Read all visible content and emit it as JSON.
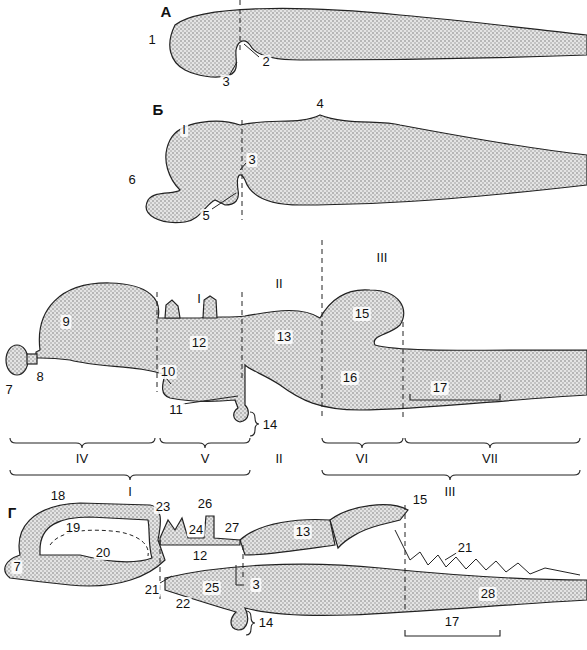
{
  "diagram": {
    "labels": [
      "А",
      "1",
      "2",
      "3",
      "Б",
      "I",
      "4",
      "6",
      "3",
      "5",
      "I",
      "II",
      "III",
      "9",
      "12",
      "13",
      "15",
      "7",
      "8",
      "10",
      "11",
      "14",
      "16",
      "17",
      "IV",
      "V",
      "II",
      "VI",
      "VII",
      "I",
      "III",
      "Г",
      "18",
      "19",
      "20",
      "23",
      "26",
      "24",
      "27",
      "13",
      "15",
      "21",
      "7",
      "21",
      "12",
      "22",
      "25",
      "3",
      "14",
      "28",
      "17"
    ]
  }
}
